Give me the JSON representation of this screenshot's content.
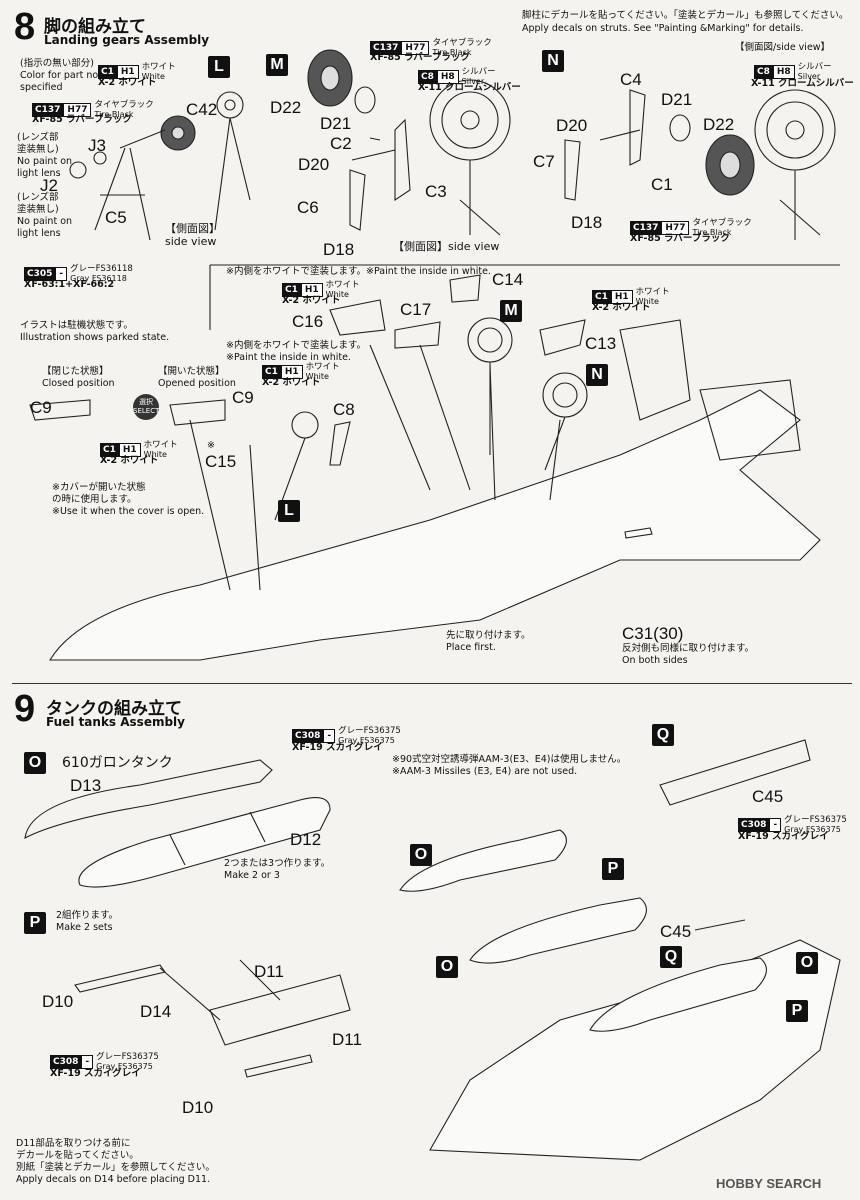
{
  "step8": {
    "number": "8",
    "title": "脚の組み立て",
    "subtitle": "Landing gears Assembly",
    "top_note_jp": "脚柱にデカールを貼ってください。「塗装とデカール」も参照してください。",
    "top_note_en": "Apply decals on struts. See \"Painting &Marking\" for details.",
    "side_view_header": "【側面図/side view】",
    "legend_jp": "(指示の無い部分)",
    "legend_en1": "Color for part not",
    "legend_en2": "specified",
    "legend_paint": {
      "code": "C1",
      "h": "H1",
      "jp": "ホワイト",
      "en": "White",
      "xf": "X-2 ホワイト"
    },
    "tire_paint": {
      "code": "C137",
      "h": "H77",
      "jp": "タイヤブラック",
      "en": "Tire Black",
      "xf": "XF-85 ラバーブラック"
    },
    "silver_paint": {
      "code": "C8",
      "h": "H8",
      "jp": "シルバー",
      "en": "Silver",
      "xf": "X-11 クロームシルバー"
    },
    "gray_paint": {
      "code": "C305",
      "h": "-",
      "jp": "グレーFS36118",
      "en": "Gray FS36118",
      "xf": "XF-63:1+XF-66:2"
    },
    "lens_note": [
      "(レンズ部",
      "塗装無し)",
      "No paint on",
      "light lens"
    ],
    "letters": {
      "L": "L",
      "M": "M",
      "N": "N"
    },
    "parts_L": {
      "c42": "C42",
      "j3": "J3",
      "j2": "J2",
      "c5": "C5"
    },
    "parts_M": {
      "d22": "D22",
      "d21": "D21",
      "c2": "C2",
      "d20": "D20",
      "c6": "C6",
      "d18": "D18",
      "c3": "C3"
    },
    "parts_N": {
      "c4": "C4",
      "d21": "D21",
      "d20": "D20",
      "c7": "C7",
      "c1": "C1",
      "d18": "D18",
      "d22": "D22"
    },
    "side_view_L": [
      "【側面図】",
      "side view"
    ],
    "side_view_M": "【側面図】side view",
    "inside_white_1": "※内側をホワイトで塗装します。※Paint the inside in white.",
    "inside_white_2": [
      "※内側をホワイトで塗装します。",
      "※Paint the inside in white."
    ],
    "illustration_note": [
      "イラストは駐機状態です。",
      "Illustration shows parked state."
    ],
    "closed": {
      "jp": "【閉じた状態】",
      "en": "Closed position"
    },
    "opened": {
      "jp": "【開いた状態】",
      "en": "Opened position"
    },
    "select": [
      "選択",
      "SELECT"
    ],
    "parts_assy": {
      "c14": "C14",
      "c17": "C17",
      "c16": "C16",
      "c13": "C13",
      "c9a": "C9",
      "c9b": "C9",
      "c8": "C8",
      "c15": "C15",
      "c31": "C31(30)"
    },
    "c15_mark": "※",
    "cover_note": [
      "※カバーが開いた状態",
      "の時に使用します。",
      "※Use it when the cover is open."
    ],
    "place_first": [
      "先に取り付けます。",
      "Place first."
    ],
    "both_sides": [
      "反対側も同様に取り付けます。",
      "On both sides"
    ]
  },
  "step9": {
    "number": "9",
    "title": "タンクの組み立て",
    "subtitle": "Fuel tanks Assembly",
    "paint": {
      "code": "C308",
      "h": "-",
      "jp": "グレーFS36375",
      "en": "Gray FS36375",
      "xf": "XF-19 スカイグレイ"
    },
    "tank_label": "610ガロンタンク",
    "make_note": [
      "2つまたは3つ作ります。",
      "Make 2 or 3"
    ],
    "make_sets": [
      "2組作ります。",
      "Make 2 sets"
    ],
    "aam_note": [
      "※90式空対空誘導弾AAM-3(E3、E4)は使用しません。",
      "※AAM-3 Missiles (E3, E4) are not used."
    ],
    "parts": {
      "d13": "D13",
      "d12": "D12",
      "d11a": "D11",
      "d11b": "D11",
      "d10a": "D10",
      "d10b": "D10",
      "d14": "D14",
      "c45a": "C45",
      "c45b": "C45"
    },
    "letters": {
      "O": "O",
      "P": "P",
      "Q": "Q"
    },
    "decal_note": [
      "D11部品を取りつける前に",
      "デカールを貼ってください。",
      "別紙「塗装とデカール」を参照してください。",
      "Apply decals on D14 before placing D11."
    ]
  },
  "watermark": "HOBBY SEARCH",
  "colors": {
    "background": "#f4f3ef",
    "ink": "#111111",
    "box": "#111111"
  }
}
